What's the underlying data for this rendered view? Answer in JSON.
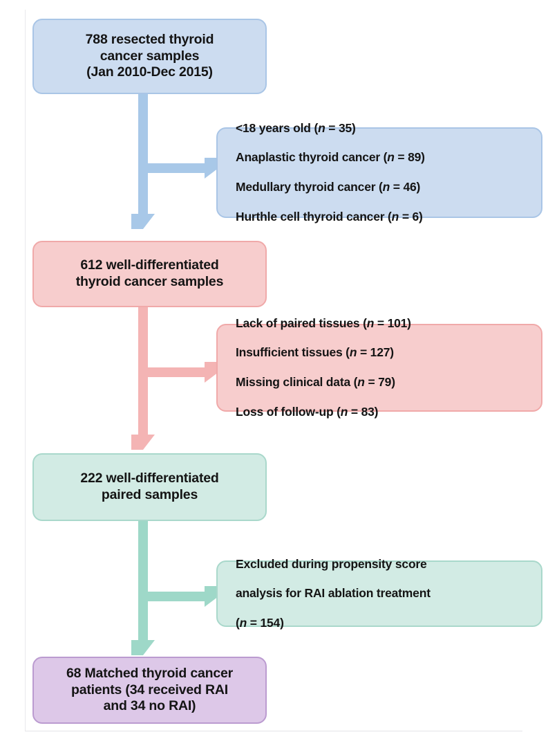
{
  "diagram": {
    "title": "Thyroid cancer sample selection flow diagram",
    "type": "flowchart",
    "colors": {
      "blue_fill": "#ccdcf0",
      "blue_border": "#a9c5e6",
      "blue_arrow": "#a8c8e8",
      "pink_fill": "#f7cdcd",
      "pink_border": "#f0a9a9",
      "pink_arrow": "#f4b4b4",
      "teal_fill": "#d2ebe4",
      "teal_border": "#a9d8cb",
      "teal_arrow": "#9ed8c8",
      "purple_fill": "#ddc8e8",
      "purple_border": "#bb9bd0",
      "text": "#141414"
    },
    "nodes": {
      "start": {
        "text": "788 resected thyroid\ncancer samples\n(Jan 2010-Dec 2015)",
        "count": 788
      },
      "exclusion_1": {
        "lines": [
          "<18 years old (n = 35)",
          "Anaplastic thyroid cancer (n = 89)",
          "Medullary thyroid cancer (n = 46)",
          "Hurthle cell thyroid cancer (n = 6)"
        ],
        "reasons": [
          {
            "label": "<18 years old",
            "n": 35
          },
          {
            "label": "Anaplastic thyroid cancer",
            "n": 89
          },
          {
            "label": "Medullary thyroid cancer",
            "n": 46
          },
          {
            "label": "Hurthle cell thyroid cancer",
            "n": 6
          }
        ]
      },
      "stage_2": {
        "text": "612 well-differentiated\nthyroid cancer samples",
        "count": 612
      },
      "exclusion_2": {
        "lines": [
          "Lack of paired tissues (n = 101)",
          "Insufficient tissues (n = 127)",
          "Missing clinical data (n = 79)",
          "Loss of follow-up (n = 83)"
        ],
        "reasons": [
          {
            "label": "Lack of paired tissues",
            "n": 101
          },
          {
            "label": "Insufficient tissues",
            "n": 127
          },
          {
            "label": "Missing clinical data",
            "n": 79
          },
          {
            "label": "Loss of follow-up",
            "n": 83
          }
        ]
      },
      "stage_3": {
        "text": "222 well-differentiated\npaired samples",
        "count": 222
      },
      "exclusion_3": {
        "lines": [
          "Excluded during propensity score",
          "analysis for RAI ablation treatment",
          "(n = 154)"
        ],
        "reasons": [
          {
            "label": "Excluded during propensity score analysis for RAI ablation treatment",
            "n": 154
          }
        ]
      },
      "final": {
        "text": "68 Matched thyroid cancer\npatients (34 received RAI\nand 34 no RAI)",
        "count": 68,
        "rai_received": 34,
        "rai_none": 34
      }
    }
  }
}
